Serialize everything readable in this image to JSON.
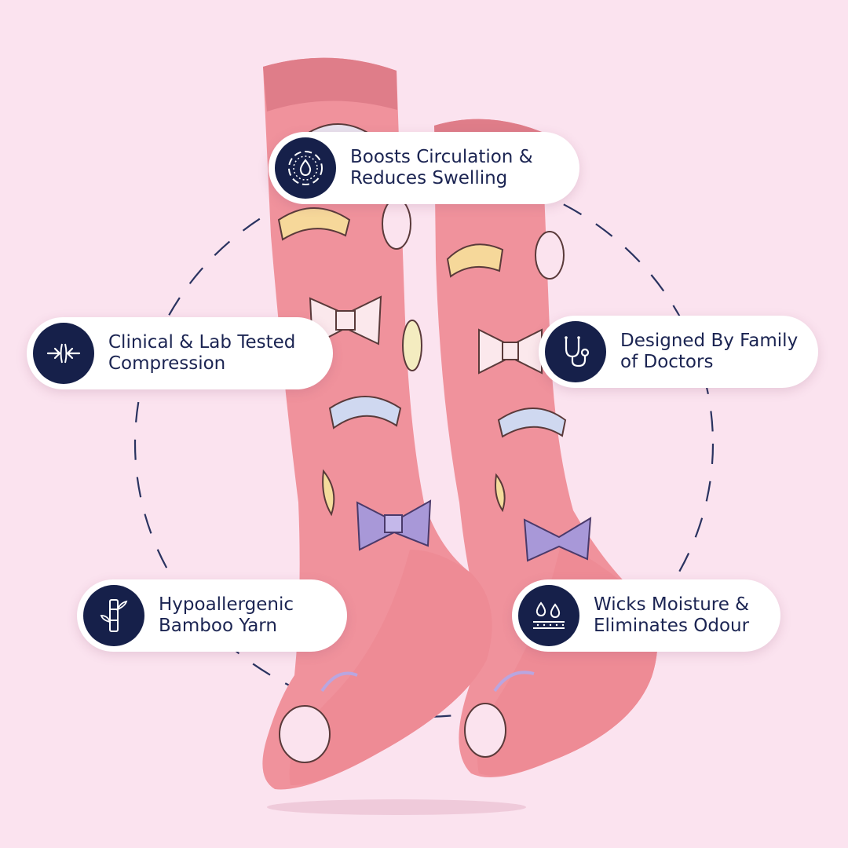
{
  "palette": {
    "background": "#fbe3ef",
    "sock_pink": "#f0929c",
    "sock_dark": "#df7d89",
    "badge_navy": "#16204a",
    "lavender": "#a898d8",
    "cream": "#fff4df"
  },
  "features": [
    {
      "icon": "circulation-droplet-icon",
      "lines": [
        "Boosts Circulation &",
        "Reduces Swelling"
      ]
    },
    {
      "icon": "compression-arrows-icon",
      "lines": [
        "Clinical & Lab Tested",
        "Compression"
      ]
    },
    {
      "icon": "stethoscope-icon",
      "lines": [
        "Designed By Family",
        "of Doctors"
      ]
    },
    {
      "icon": "bamboo-icon",
      "lines": [
        "Hypoallergenic",
        "Bamboo Yarn"
      ]
    },
    {
      "icon": "moisture-drops-icon",
      "lines": [
        "Wicks Moisture &",
        "Eliminates Odour"
      ]
    }
  ]
}
